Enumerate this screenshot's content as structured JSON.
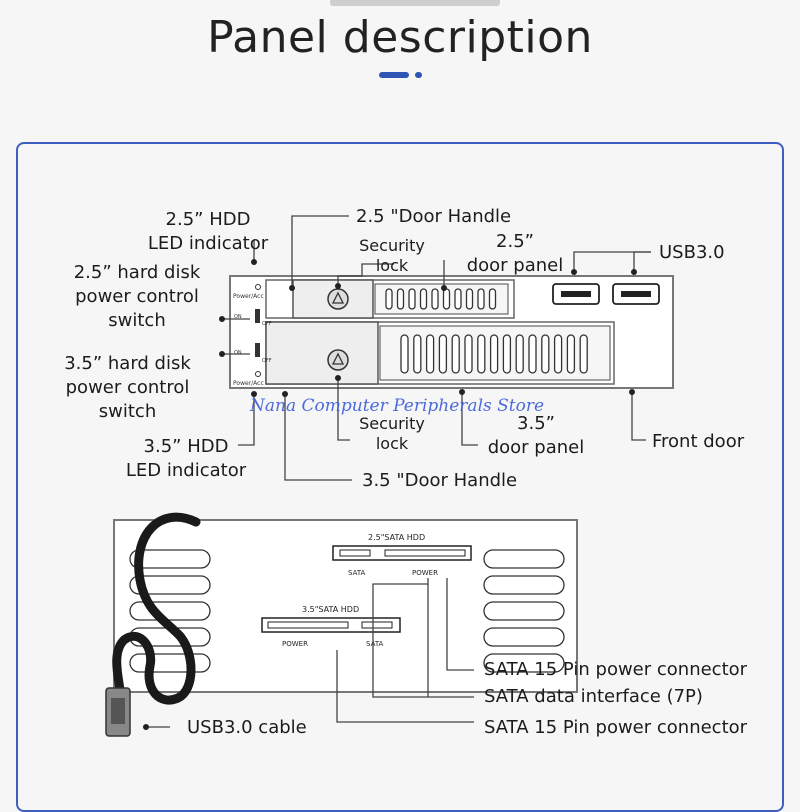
{
  "page": {
    "title": "Panel description"
  },
  "front_panel": {
    "labels": {
      "hdd25_led": [
        "2.5”  HDD",
        "LED indicator"
      ],
      "door_handle_25": "2.5 \"Door Handle",
      "security_lock_top": [
        "Security",
        "lock"
      ],
      "door_panel_25": [
        "2.5”",
        "door panel"
      ],
      "usb30": "USB3.0",
      "power_switch_25": [
        "2.5”  hard disk",
        "power control",
        "switch"
      ],
      "power_switch_35": [
        "3.5”  hard disk",
        "power control",
        "switch"
      ],
      "hdd35_led": [
        "3.5”  HDD",
        "LED indicator"
      ],
      "security_lock_bottom": [
        "Security",
        "lock"
      ],
      "door_panel_35": [
        "3.5”",
        "door panel"
      ],
      "front_door": "Front door",
      "door_handle_35": "3.5 \"Door Handle"
    },
    "device_text": {
      "power_acc_top": "Power/Acc",
      "power_acc_bottom": "Power/Acc",
      "switch_on_top": "ON",
      "switch_off_top": "OFF",
      "switch_on_bottom": "ON",
      "switch_off_bottom": "OFF"
    },
    "watermark": "Nana Computer Peripherals Store"
  },
  "rear_panel": {
    "device_text": {
      "sata_hdd_25": "2.5\"SATA HDD",
      "sata_25": "SATA",
      "power_25": "POWER",
      "sata_hdd_35": "3.5\"SATA HDD",
      "power_35": "POWER",
      "sata_35": "SATA"
    },
    "labels": {
      "sata15_power_top": "SATA 15 Pin power connector",
      "sata_data": "SATA data interface (7P)",
      "sata15_power_bottom": "SATA 15 Pin power connector",
      "usb_cable": "USB3.0 cable"
    }
  },
  "colors": {
    "accent": "#2f56b5",
    "frame": "#3f5fc0",
    "watermark": "#3a5bd8"
  }
}
